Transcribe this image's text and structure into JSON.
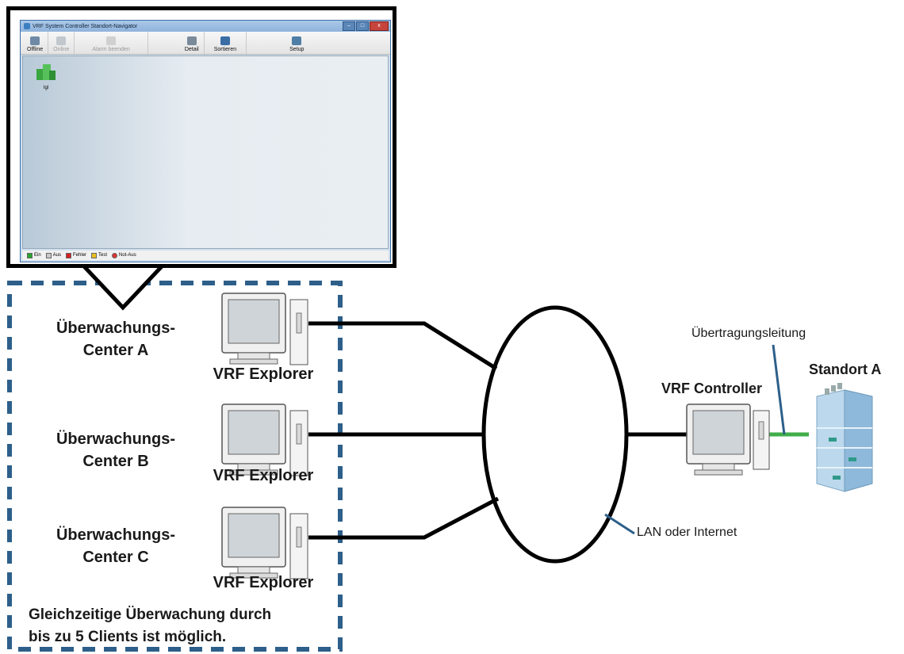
{
  "window": {
    "title": "VRF System Controller Standort-Navigator",
    "buttons": [
      "–",
      "□",
      "x"
    ],
    "toolbar": [
      {
        "label": "Offline",
        "icon": "offline-icon",
        "enabled": true
      },
      {
        "label": "Online",
        "icon": "online-icon",
        "enabled": false
      },
      {
        "label": "Alarm beenden",
        "icon": "alarm-stop-icon",
        "enabled": false
      },
      {
        "label": "Detail",
        "icon": "detail-icon",
        "enabled": true
      },
      {
        "label": "Sortieren",
        "icon": "sort-icon",
        "enabled": true
      },
      {
        "label": "Setup",
        "icon": "setup-icon",
        "enabled": true
      }
    ],
    "site_icon_label": "Igl",
    "legend": [
      {
        "label": "Ein",
        "color": "#27a52f"
      },
      {
        "label": "Aus",
        "color": "#c8c8c8"
      },
      {
        "label": "Fehler",
        "color": "#d42020"
      },
      {
        "label": "Test",
        "color": "#e8c020"
      },
      {
        "label": "Not-Aus",
        "color": "#e03030"
      }
    ]
  },
  "centers": [
    {
      "name_line1": "Überwachungs-",
      "name_line2": "Center A",
      "client": "VRF Explorer"
    },
    {
      "name_line1": "Überwachungs-",
      "name_line2": "Center B",
      "client": "VRF Explorer"
    },
    {
      "name_line1": "Überwachungs-",
      "name_line2": "Center C",
      "client": "VRF Explorer"
    }
  ],
  "note_line1": "Gleichzeitige Überwachung durch",
  "note_line2": "bis zu 5 Clients ist möglich.",
  "network_label": "LAN oder Internet",
  "controller_label": "VRF Controller",
  "transmission_label": "Übertragungsleitung",
  "site_label": "Standort A",
  "colors": {
    "group_border": "#2d5f8a",
    "line": "#000000",
    "transmission_line": "#3fae49",
    "pointer": "#2d5f8a"
  }
}
